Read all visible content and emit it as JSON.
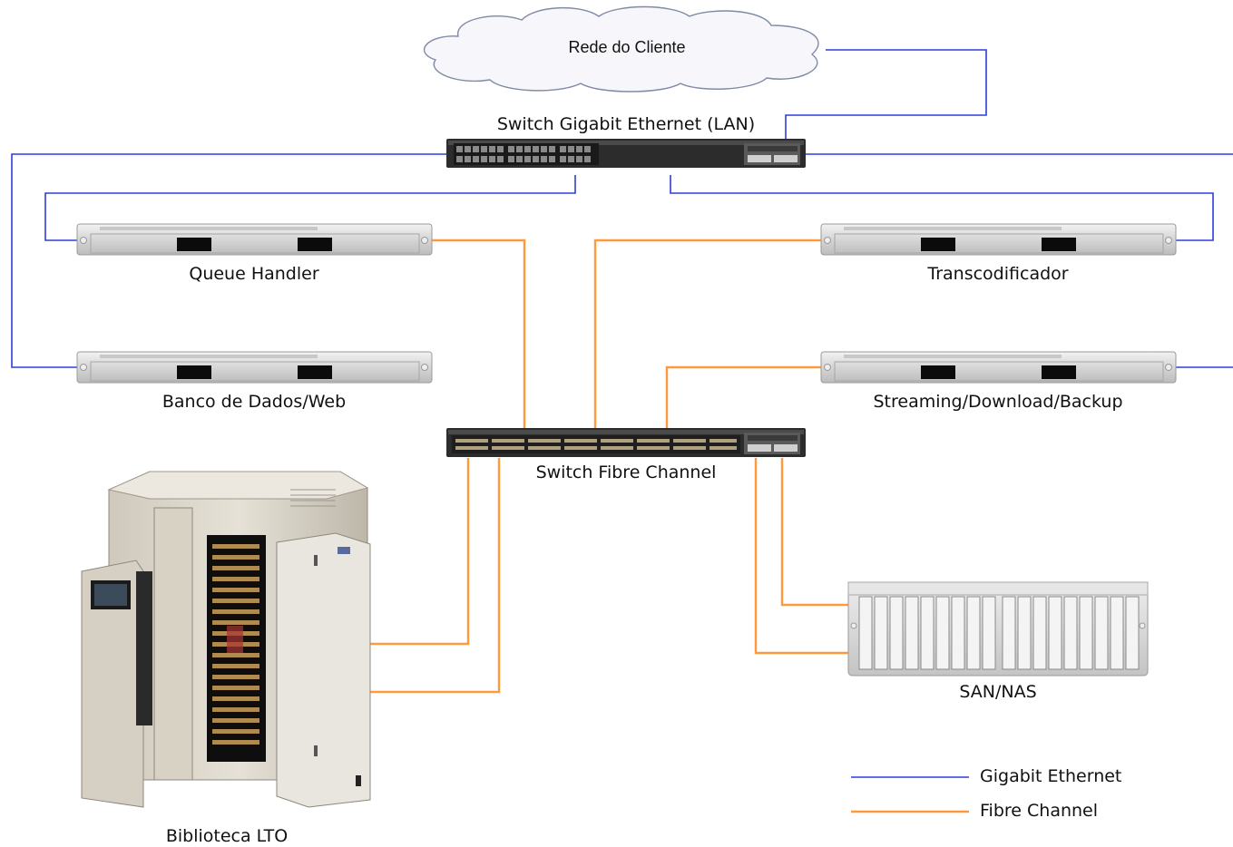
{
  "colors": {
    "ethernet": "#2a3fd6",
    "fibre": "#ff9a3c",
    "server_body": "#dadada",
    "switch_body": "#2c2c2c"
  },
  "cloud": {
    "label": "Rede do Cliente"
  },
  "switches": {
    "lan": {
      "label": "Switch Gigabit Ethernet (LAN)"
    },
    "fc": {
      "label": "Switch Fibre Channel"
    }
  },
  "servers": {
    "queue_handler": {
      "label": "Queue Handler"
    },
    "database_web": {
      "label": "Banco de Dados/Web"
    },
    "transcoder": {
      "label": "Transcodificador"
    },
    "streaming": {
      "label": "Streaming/Download/Backup"
    }
  },
  "storage": {
    "san_nas": {
      "label": "SAN/NAS"
    },
    "lto_library": {
      "label": "Biblioteca LTO"
    }
  },
  "legend": {
    "ethernet": "Gigabit Ethernet",
    "fibre": "Fibre Channel"
  }
}
